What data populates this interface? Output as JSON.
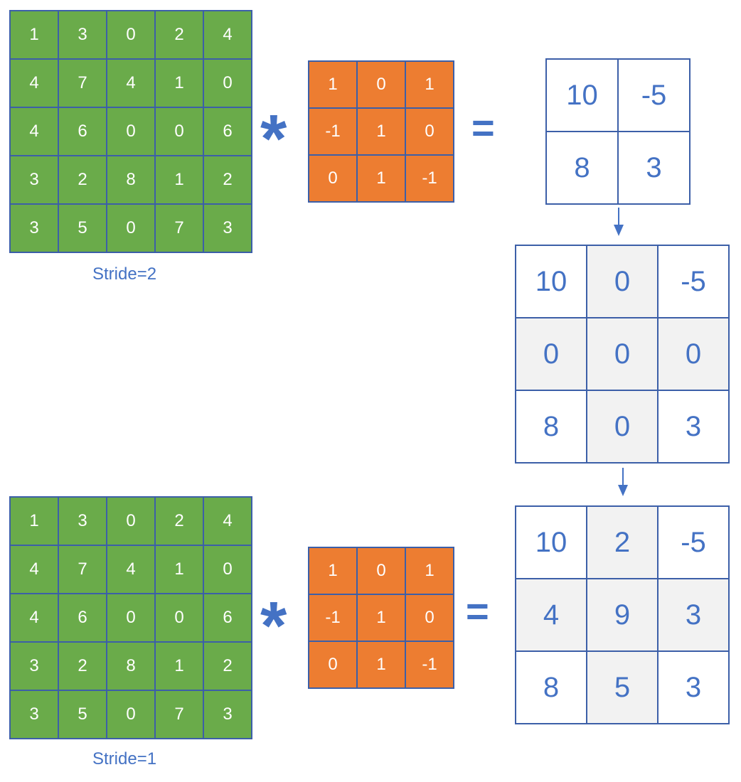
{
  "input_matrix": [
    [
      "1",
      "3",
      "0",
      "2",
      "4"
    ],
    [
      "4",
      "7",
      "4",
      "1",
      "0"
    ],
    [
      "4",
      "6",
      "0",
      "0",
      "6"
    ],
    [
      "3",
      "2",
      "8",
      "1",
      "2"
    ],
    [
      "3",
      "5",
      "0",
      "7",
      "3"
    ]
  ],
  "kernel_matrix": [
    [
      "1",
      "0",
      "1"
    ],
    [
      "-1",
      "1",
      "0"
    ],
    [
      "0",
      "1",
      "-1"
    ]
  ],
  "operators": {
    "convolve": "*",
    "equals": "="
  },
  "top": {
    "stride_label": "Stride=2",
    "output": [
      [
        "10",
        "-5"
      ],
      [
        "8",
        "3"
      ]
    ]
  },
  "middle": {
    "dilated": [
      [
        "10",
        "0",
        "-5"
      ],
      [
        "0",
        "0",
        "0"
      ],
      [
        "8",
        "0",
        "3"
      ]
    ]
  },
  "bottom": {
    "stride_label": "Stride=1",
    "output": [
      [
        "10",
        "2",
        "-5"
      ],
      [
        "4",
        "9",
        "3"
      ],
      [
        "8",
        "5",
        "3"
      ]
    ]
  },
  "colors": {
    "input_fill": "#6aab4a",
    "kernel_fill": "#ed7d31",
    "border": "#3c5fa8",
    "accent_text": "#4472c4",
    "shade": "#f2f2f2"
  }
}
